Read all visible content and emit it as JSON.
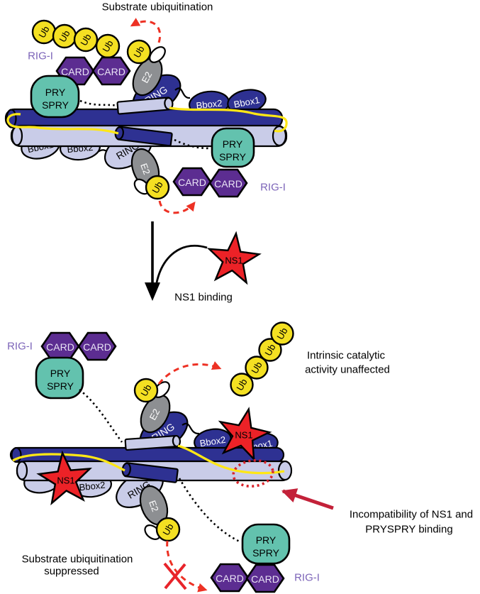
{
  "title": "Substrate ubiquitination",
  "labels": {
    "rig_i": "RIG-I",
    "ub": "Ub",
    "card": "CARD",
    "pry": "PRY",
    "spry": "SPRY",
    "e2": "E2",
    "ring": "RING",
    "bbox1": "Bbox1",
    "bbox2": "Bbox2",
    "ns1": "NS1"
  },
  "annotations": {
    "ns1_binding": "NS1 binding",
    "intrinsic": [
      "Intrinsic catalytic",
      "activity unaffected"
    ],
    "incompatibility": [
      "Incompatibility of NS1 and",
      "PRYSPRY binding"
    ],
    "suppressed": [
      "Substrate ubiquitination",
      "suppressed"
    ]
  },
  "colors": {
    "ubiquitin_yellow": "#F4E022",
    "substrate_line_yellow": "#FFE715",
    "card_purple": "#5C2D91",
    "pry_spry_teal": "#63C2AE",
    "trim25_dark_blue": "#2E3192",
    "trim25_pale_lavender": "#C9CCE8",
    "e2_gray": "#8D8F92",
    "ns1_red": "#EC2227",
    "dashed_arrow_red": "#ED3124",
    "incompatibility_arrow_red": "#C32139",
    "rig_i_text_purple": "#7C64B8"
  }
}
